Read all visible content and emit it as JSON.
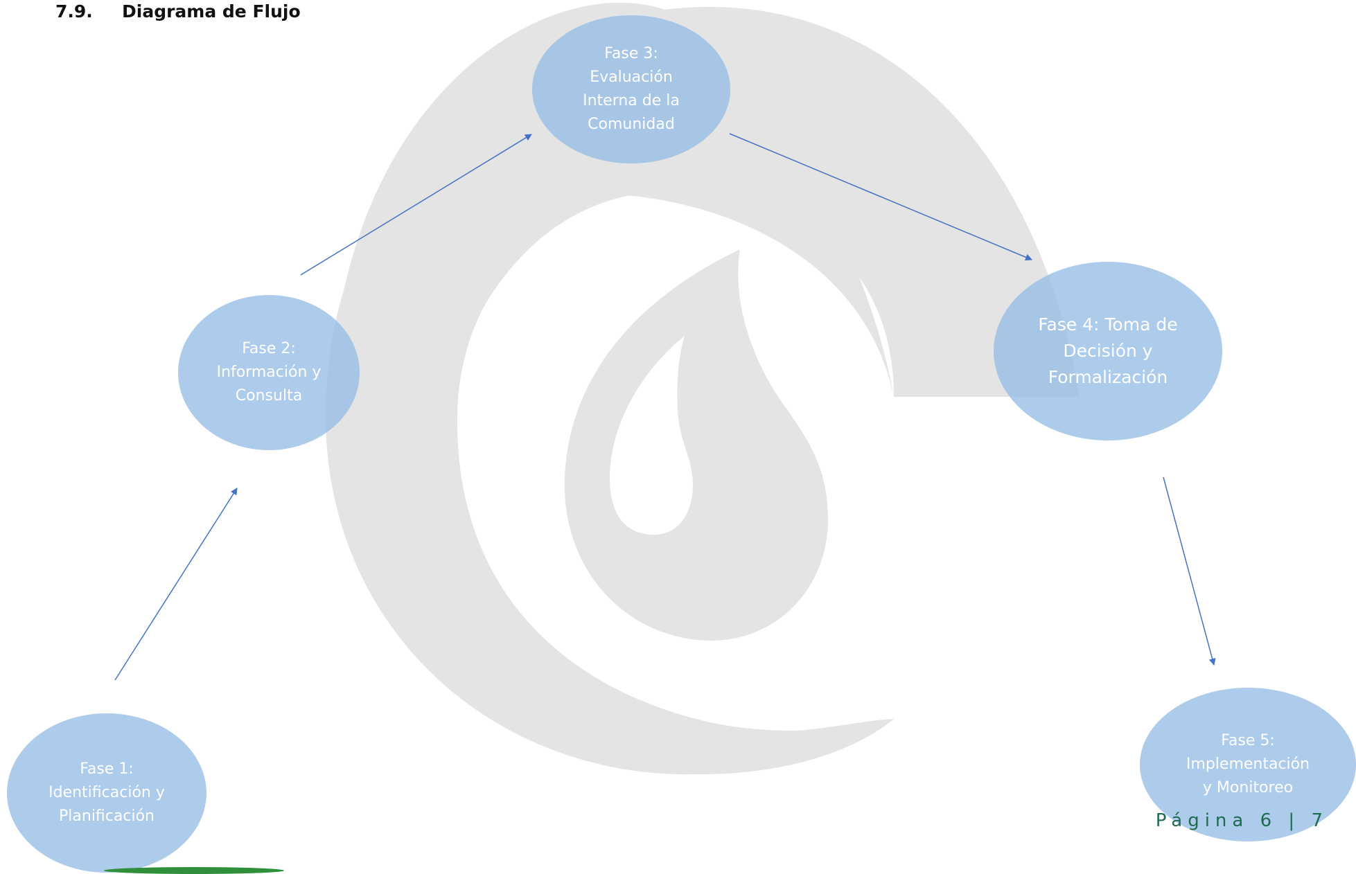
{
  "heading": {
    "number": "7.9.",
    "title": "Diagrama de Flujo"
  },
  "nodes": {
    "fase1": "Fase 1: Identificación y Planificación",
    "fase2": "Fase 2: Información y Consulta",
    "fase3": "Fase 3: Evaluación Interna de la Comunidad",
    "fase4": "Fase 4: Toma de Decisión y Formalización",
    "fase5": "Fase 5: Implementación y Monitoreo"
  },
  "edges": [
    {
      "from": "Fase 1",
      "to": "Fase 2"
    },
    {
      "from": "Fase 2",
      "to": "Fase 3"
    },
    {
      "from": "Fase 3",
      "to": "Fase 4"
    },
    {
      "from": "Fase 4",
      "to": "Fase 5"
    }
  ],
  "footer": {
    "page_label": "Página 6 | 7"
  },
  "colors": {
    "node_fill": "#96bce4",
    "arrow": "#4472c4",
    "watermark": "#e4e4e4",
    "footer_text": "#1f6b52",
    "footer_bar": "#2f8f3a"
  }
}
